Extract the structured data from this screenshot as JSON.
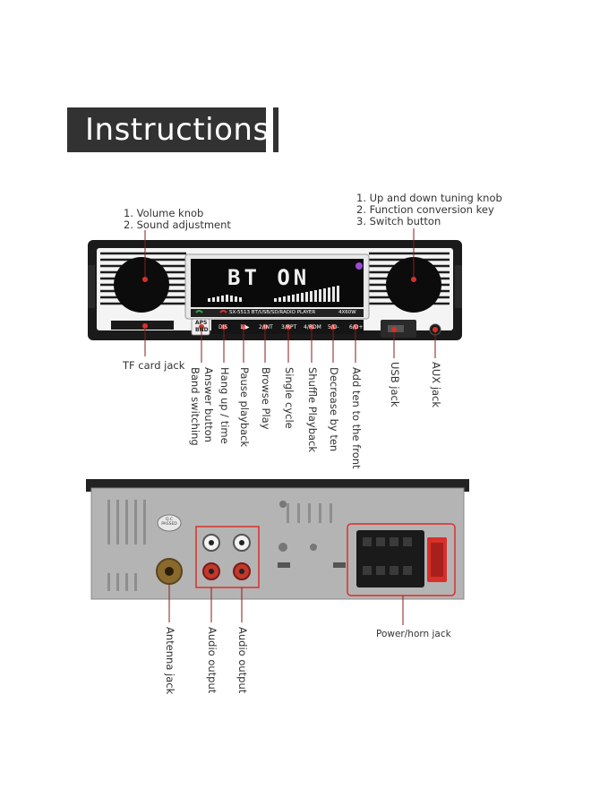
{
  "title": "Instructions",
  "front": {
    "left_knob_labels": [
      "1. Volume knob",
      "2. Sound adjustment"
    ],
    "right_knob_labels": [
      "1. Up and down tuning knob",
      "2. Function conversion key",
      "3. Switch button"
    ],
    "display_text": "BT ON",
    "model_text": "SX-5513  BT/USB/SD/RADIO PLAYER",
    "power_text": "4X60W",
    "aps_label": "APS",
    "bnd_label": "BND",
    "buttons": [
      "DIS",
      "1/▶",
      "2/INT",
      "3/RPT",
      "4/RDM",
      "5/D-",
      "6/D+"
    ],
    "tf_label": "TF card jack",
    "vertical_labels": [
      "Answer button",
      "Band switching",
      "Hang up / time",
      "Pause playback",
      "Browse Play",
      "Single cycle",
      "Shuffle Playback",
      "Decrease by ten",
      "Add ten to the front",
      "USB jack",
      "AUX jack"
    ]
  },
  "back": {
    "stamp_text": "Q.C PASSED",
    "antenna_label": "Antenna jack",
    "audio_labels": [
      "Audio output",
      "Audio output"
    ],
    "power_label": "Power/horn jack"
  },
  "colors": {
    "title_bg": "#323232",
    "callout_line": "#8b1a1a",
    "callout_dot": "#d9302a",
    "display_bg": "#0a0a0a",
    "chassis": "#b4b4b4"
  }
}
